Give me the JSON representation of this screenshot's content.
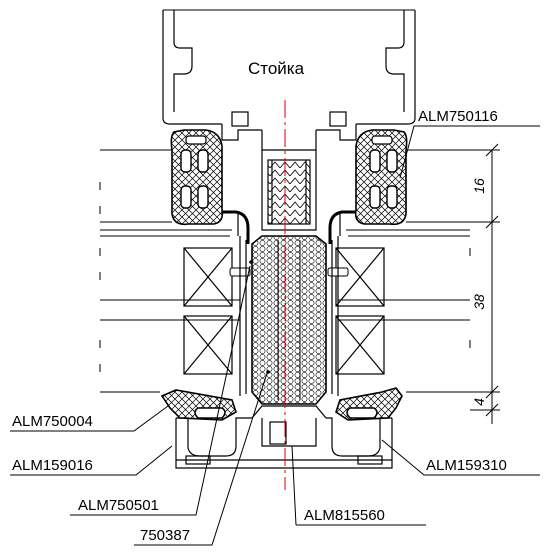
{
  "drawing": {
    "title": "Стойка",
    "labels": {
      "alm750116": "ALM750116",
      "alm750004": "ALM750004",
      "alm159016": "ALM159016",
      "alm159310": "ALM159310",
      "alm750501": "ALM750501",
      "alm815560": "ALM815560",
      "p750387": "750387"
    },
    "dimensions": {
      "d16": "16",
      "d38": "38",
      "d4": "4"
    }
  }
}
